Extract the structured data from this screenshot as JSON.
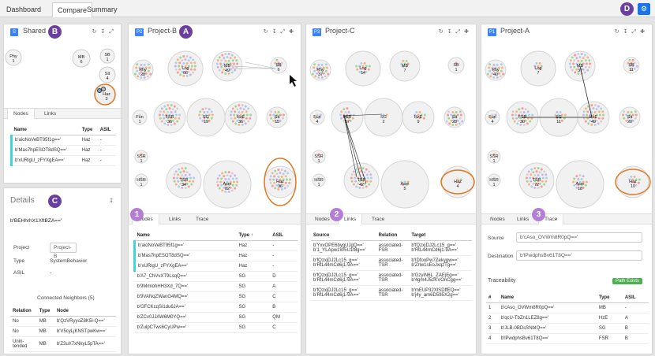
{
  "tabs": [
    "Dashboard",
    "Compare",
    "Summary"
  ],
  "badges": {
    "b": "B",
    "a": "A",
    "c": "C",
    "d": "D",
    "one": "1",
    "two": "2",
    "three": "3"
  },
  "shared": {
    "tag": "S",
    "title": "Shared",
    "nodes": [
      {
        "label": "Phy",
        "n": "1"
      },
      {
        "label": "MB",
        "n": "6"
      },
      {
        "label": "SB",
        "n": "1"
      },
      {
        "label": "Sit",
        "n": "4"
      },
      {
        "label": "Haz",
        "n": "3"
      }
    ],
    "subtabs": [
      "Nodes",
      "Links"
    ],
    "cols": [
      "Name",
      "Type",
      "ASIL"
    ],
    "rows": [
      [
        "b'aioNoVeBT95f1g=='",
        "Haz",
        "-"
      ],
      [
        "b'Mas7hpESOT8dSQ=='",
        "Haz",
        "-"
      ],
      [
        "b'xURlgU_zFYXgEA=='",
        "Haz",
        "-"
      ]
    ]
  },
  "details": {
    "title": "Details",
    "id": "b'BEHhrhX1XftBZA=='",
    "fields": [
      {
        "k": "Project",
        "v": "Project-B"
      },
      {
        "k": "Type",
        "v": "SystemBehavior"
      },
      {
        "k": "ASIL",
        "v": "-"
      }
    ],
    "neighbors_title": "Connected Neighbors (5)",
    "ncols": [
      "Relation",
      "Type",
      "Node"
    ],
    "nrows": [
      [
        "No",
        "MB",
        "b'QzVRyyoZ8K5I-Q=='"
      ],
      [
        "No",
        "MB",
        "b'V5cyLjKNSTpwKw=='"
      ],
      [
        "Unin-\ntended",
        "MB",
        "b'Z3uX7xNkyL5pTA=='"
      ]
    ]
  },
  "projB": {
    "tag": "P2",
    "title": "Project-B",
    "nodes": [
      {
        "label": "Phy",
        "n": "28"
      },
      {
        "label": "Log",
        "n": "66"
      },
      {
        "label": "MB",
        "n": "49"
      },
      {
        "label": "SB",
        "n": "6"
      },
      {
        "label": "Fun",
        "n": "1"
      },
      {
        "label": "FSR",
        "n": "36"
      },
      {
        "label": "SG",
        "n": "19"
      },
      {
        "label": "HzE",
        "n": "36"
      },
      {
        "label": "Sit",
        "n": "15"
      },
      {
        "label": "SSR",
        "n": "1"
      },
      {
        "label": "HSR",
        "n": "1"
      },
      {
        "label": "TSR",
        "n": "34"
      },
      {
        "label": "Asm",
        "n": "82"
      },
      {
        "label": "Haz",
        "n": "36"
      }
    ],
    "subtabs": [
      "Nodes",
      "Links",
      "Trace"
    ],
    "cols": [
      "Name",
      "Type ↑",
      "ASIL"
    ],
    "rows": [
      [
        "b'aioNoVeBT95f1g=='",
        "Haz",
        "-"
      ],
      [
        "b'Mas7hpESOT8dSQ=='",
        "Haz",
        "-"
      ],
      [
        "b'xURlgU_zFYXgEA=='",
        "Haz",
        "-"
      ],
      [
        "b'A7_ChVvXT9LsqQ=='",
        "SG",
        "D"
      ],
      [
        "b'9MmlohHH3Xd_7Q=='",
        "SG",
        "A"
      ],
      [
        "b'9VANqZWanG4MQ=='",
        "SG",
        "C"
      ],
      [
        "b'GFCKcqSi1du6JA=='",
        "SG",
        "B"
      ],
      [
        "b'ZCv0JJAW6M0YQ=='",
        "SG",
        "QM"
      ],
      [
        "b'ZulpCTws6CyUPw=='",
        "SG",
        "C"
      ]
    ]
  },
  "projC": {
    "tag": "P3",
    "title": "Project-C",
    "nodes": [
      {
        "label": "Phy",
        "n": "37"
      },
      {
        "label": "Log",
        "n": "14"
      },
      {
        "label": "MB",
        "n": "7"
      },
      {
        "label": "SB",
        "n": "1"
      },
      {
        "label": "Fun",
        "n": "4"
      },
      {
        "label": "FSR",
        "n": "17"
      },
      {
        "label": "SG",
        "n": "2"
      },
      {
        "label": "HzE",
        "n": "9"
      },
      {
        "label": "Sit",
        "n": "28"
      },
      {
        "label": "SSR",
        "n": "1"
      },
      {
        "label": "HSR",
        "n": "1"
      },
      {
        "label": "TSR",
        "n": "42"
      },
      {
        "label": "Asm",
        "n": "5"
      },
      {
        "label": "Haz",
        "n": "4"
      }
    ],
    "subtabs": [
      "Nodes",
      "Links",
      "Trace"
    ],
    "cols": [
      "Source",
      "Relation",
      "Target"
    ],
    "rows": [
      [
        "b'YxvOPE6bygUJgQ=='\nb'1_YLApw1W5U1f8g=='",
        "associated-\nFSR",
        "b'fQzxjDJ2Lc15_g=='\nb'RtL44mCd6j1-9A=='"
      ],
      [
        "b'fQzxjDJ2Lc15_g=='\nb'RtL44mCd6j1-9A=='",
        "associated-\nTSR",
        "b'IDfooPw7Zekygw=='\nb'Zrlw1sEoJxqzTg=='"
      ],
      [
        "b'fQzxjDJ2Lc15_g=='\nb'RtL44mCd6j1-9A=='",
        "associated-\nTSR",
        "b'GzyiN6L_ZAEjEg=='\nb'4gm4J5zKVOnCgg=='"
      ],
      [
        "b'fQzxjDJ2Lc15_g=='\nb'RtL44mCd6j1-9A=='",
        "associated-\nTSR",
        "b'mEUP32XlSDffEQ=='\nb'j4y_am6D595X2g=='"
      ]
    ]
  },
  "projA": {
    "tag": "P1",
    "title": "Project-A",
    "nodes": [
      {
        "label": "Phy",
        "n": "40"
      },
      {
        "label": "Log",
        "n": "7"
      },
      {
        "label": "MB",
        "n": "37"
      },
      {
        "label": "SB",
        "n": "11"
      },
      {
        "label": "Fun",
        "n": "4"
      },
      {
        "label": "FSR",
        "n": "30"
      },
      {
        "label": "SG",
        "n": "11"
      },
      {
        "label": "HzE",
        "n": "49"
      },
      {
        "label": "Sit",
        "n": "20"
      },
      {
        "label": "SSR",
        "n": "1"
      },
      {
        "label": "HSR",
        "n": "1"
      },
      {
        "label": "TSR",
        "n": "72"
      },
      {
        "label": "Asm",
        "n": "18"
      },
      {
        "label": "Haz",
        "n": "10"
      }
    ],
    "subtabs": [
      "Nodes",
      "Links",
      "Trace"
    ],
    "source_label": "Source",
    "source_value": "b'cAso_OVWm8R0pQ=='",
    "dest_label": "Destination",
    "dest_value": "b'lPwdphsBv61T8Q=='",
    "traceability": "Traceability",
    "path_exists": "Path Exists",
    "cols": [
      "#",
      "Name",
      "Type",
      "ASIL"
    ],
    "rows": [
      [
        "1",
        "b'cAso_OVWm8R0pQ=='",
        "MB",
        "-"
      ],
      [
        "2",
        "b'qcU-TbZn1LEZ8g=='",
        "HzE",
        "A"
      ],
      [
        "3",
        "b'JLB-0BDsSNbIQ=='",
        "SG",
        "B"
      ],
      [
        "4",
        "b'lPwdphsBv61T8Q=='",
        "FSR",
        "B"
      ]
    ]
  }
}
